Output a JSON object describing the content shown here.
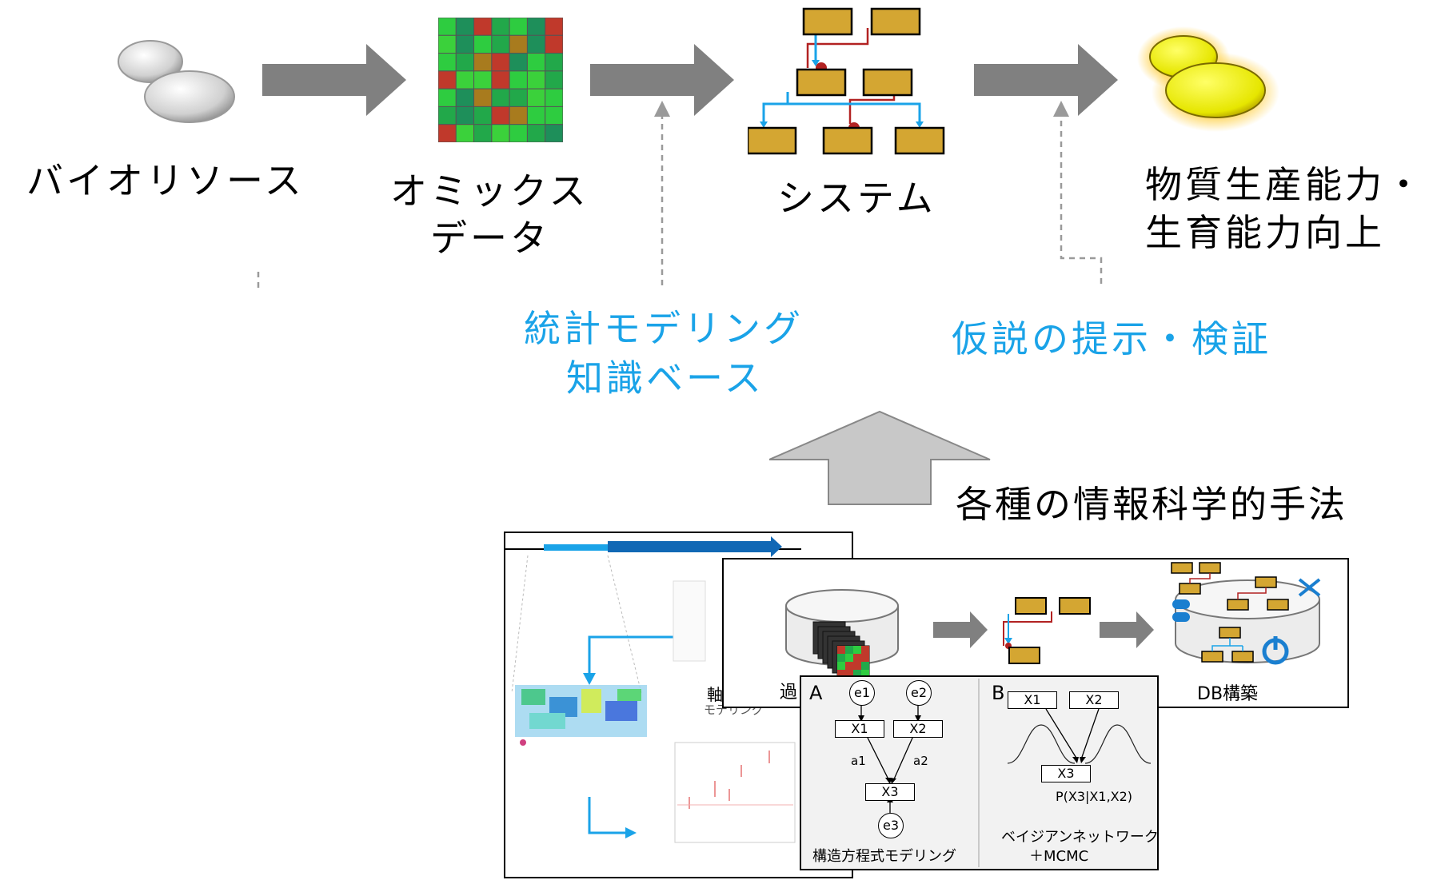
{
  "flow": {
    "bioresource": "バイオリソース",
    "omics_line1": "オミックス",
    "omics_line2": "データ",
    "system": "システム",
    "output_line1": "物質生産能力・",
    "output_line2": "生育能力向上"
  },
  "side_labels": {
    "stat_line1": "統計モデリング",
    "stat_line2": "知識ベース",
    "hypothesis": "仮説の提示・検証"
  },
  "methods": {
    "label": "各種の情報科学的手法"
  },
  "insets": {
    "db_label": "DB構築",
    "past_label": "過",
    "vertical_label_fragment": "軸",
    "modeling_fragment": "モデリング",
    "sem_panel": {
      "panel_letter": "A",
      "nodes": [
        "e1",
        "e2",
        "X1",
        "X2",
        "X3",
        "e3"
      ],
      "edge_labels": [
        "a1",
        "a2"
      ],
      "caption": "構造方程式モデリング"
    },
    "bn_panel": {
      "panel_letter": "B",
      "nodes": [
        "X1",
        "X2",
        "X3"
      ],
      "formula": "P(X3|X1,X2)",
      "caption_line1": "ベイジアンネットワーク",
      "caption_line2": "＋MCMC"
    }
  },
  "colors": {
    "arrow_gray": "#808080",
    "accent_blue": "#1aa3e8",
    "box_gold": "#d4a632",
    "link_red": "#b22222",
    "heat_red": "#c0392b",
    "heat_green": "#22a84a"
  }
}
